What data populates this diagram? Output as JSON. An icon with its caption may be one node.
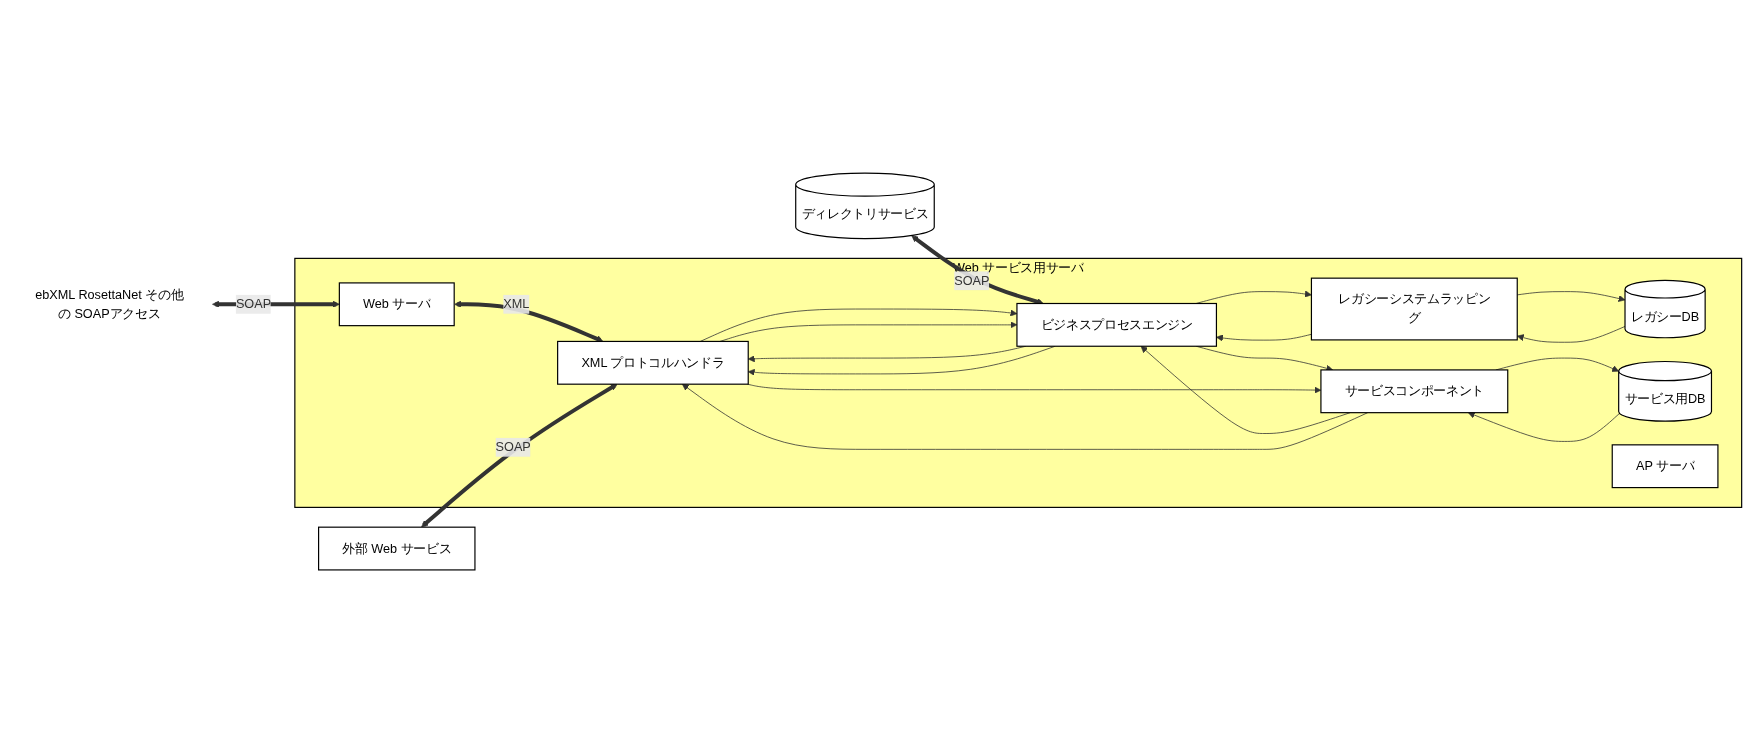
{
  "diagram": {
    "nodes": [
      {
        "text": [
          "Web サービス用サーバ"
        ]
      },
      {
        "text": [
          "外部 Web サービス"
        ]
      },
      {
        "text": [
          "ディレクトリサービス"
        ]
      },
      {
        "text": [
          "ebXML RosettaNet その他の SOAPアクセス"
        ]
      },
      {
        "text": [
          "Web サーバ"
        ],
        "in": 0
      },
      {
        "text": [
          "XML プロトコルハンドラ"
        ],
        "in": 0
      },
      {
        "text": [
          "ビジネスプロセスエンジン"
        ],
        "in": 0
      },
      {
        "text": [
          "レガシーシステムラッピング"
        ],
        "in": 0
      },
      {
        "text": [
          "サービスコンポーネント"
        ],
        "in": 0
      },
      {
        "text": [
          "レガシーDB"
        ],
        "in": 0
      },
      {
        "text": [
          "サービス用DB"
        ],
        "in": 0
      },
      {
        "text": [
          "AP サーバ"
        ],
        "in": 0
      }
    ],
    "edges": [
      {
        "from": 3,
        "to": 4,
        "arrow": "both",
        "label": "SOAP",
        "style": "thick"
      },
      {
        "from": 4,
        "to": 5,
        "arrow": "both",
        "label": "XML",
        "style": "thick"
      },
      {
        "from": 1,
        "to": 5,
        "arrow": "both",
        "label": "SOAP",
        "style": "thick"
      },
      {
        "from": 2,
        "to": 6,
        "arrow": "both",
        "label": "SOAP",
        "style": "thick"
      },
      {
        "from": 6,
        "to": 5,
        "arrow": "to"
      },
      {
        "from": 5,
        "to": 6,
        "arrow": "to"
      },
      {
        "from": 5,
        "to": 6,
        "arrow": "to"
      },
      {
        "from": 6,
        "to": 5,
        "arrow": "to"
      },
      {
        "from": 6,
        "to": 7,
        "arrow": "to"
      },
      {
        "from": 7,
        "to": 6,
        "arrow": "to"
      },
      {
        "from": 6,
        "to": 8,
        "arrow": "to"
      },
      {
        "from": 8,
        "to": 6,
        "arrow": "to"
      },
      {
        "from": 5,
        "to": 8,
        "arrow": "to"
      },
      {
        "from": 8,
        "to": 5,
        "arrow": "to"
      },
      {
        "from": 7,
        "to": 9,
        "arrow": "to"
      },
      {
        "from": 9,
        "to": 7,
        "arrow": "to"
      },
      {
        "from": 8,
        "to": 10,
        "arrow": "to"
      },
      {
        "from": 10,
        "to": 8,
        "arrow": "to"
      }
    ]
  }
}
